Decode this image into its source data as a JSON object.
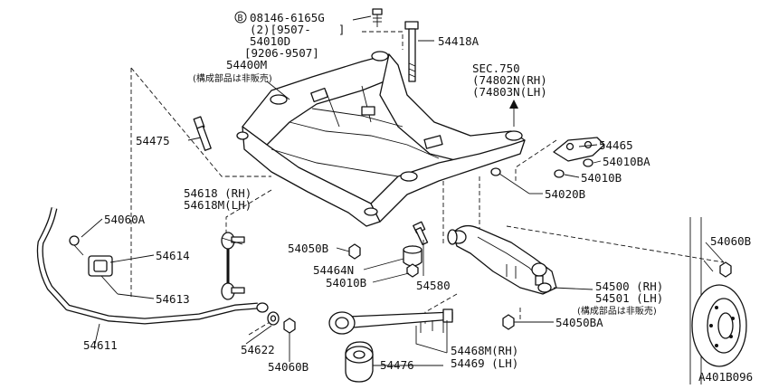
{
  "diagram": {
    "callouts": {
      "bolt_b": {
        "prefix_symbol": "B",
        "line1": "08146-6165G",
        "line2": "(2)[9507-    ]",
        "line3": "54010D",
        "line4": "[9206-9507]"
      },
      "p54418a": "54418A",
      "p54400m": {
        "line1": "54400M",
        "line2": "(構成部品は非販売)"
      },
      "sec750": {
        "line1": "SEC.750",
        "line2": "(74802N(RH)",
        "line3": "(74803N(LH)"
      },
      "p54475": "54475",
      "p54465": "54465",
      "p54010ba": "54010BA",
      "p54010b_right": "54010B",
      "p54020b": "54020B",
      "p54618": {
        "line1": "54618 (RH)",
        "line2": "54618M(LH)"
      },
      "p54060a": "54060A",
      "p54614": "54614",
      "p54613": "54613",
      "p54611": "54611",
      "p54622": "54622",
      "p54060b_left": "54060B",
      "p54050b": "54050B",
      "p54464n": "54464N",
      "p54010b_mid": "54010B",
      "p54580": "54580",
      "p54060b_right": "54060B",
      "p54500": {
        "line1": "54500 (RH)",
        "line2": "54501 (LH)",
        "line3": "(構成部品は非販売)"
      },
      "p54050ba": "54050BA",
      "p54468": {
        "line1": "54468M(RH)",
        "line2": "54469 (LH)"
      },
      "p54476": "54476"
    },
    "drawing_code": "A401B096"
  }
}
